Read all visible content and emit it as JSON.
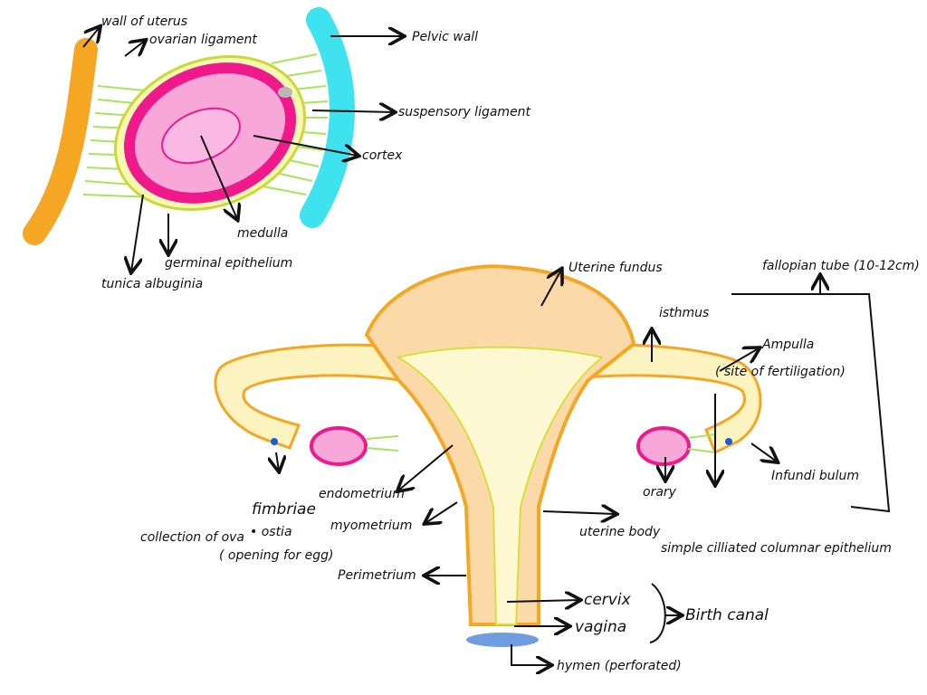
{
  "colors": {
    "uterus_wall": "#f5a623",
    "pelvic_wall": "#3fe3f0",
    "ligament": "#a6e65a",
    "tunica": "#f0198c",
    "ovary_pink": "#f7a8d8",
    "uterus_fill": "#fbd9a8",
    "uterus_inner": "#fdf8d2",
    "hymen": "#4a86d8"
  },
  "ovary_diagram": {
    "wall_of_uterus": "wall of uterus",
    "ovarian_ligament": "ovarian ligament",
    "pelvic_wall": "Pelvic wall",
    "suspensory_ligament": "suspensory ligament",
    "cortex": "cortex",
    "medulla": "medulla",
    "germinal_epithelium": "germinal epithelium",
    "tunica_albuginia": "tunica albuginia"
  },
  "uterus_diagram": {
    "uterine_fundus": "Uterine fundus",
    "isthmus": "isthmus",
    "fallopian_tube": "fallopian tube (10-12cm)",
    "ampulla": "Ampulla",
    "ampulla_note": "( site of fertiligation)",
    "infundibulum": "Infundi bulum",
    "simple_ciliated": "simple cilliated columnar epithelium",
    "ovary": "orary",
    "uterine_body": "uterine body",
    "endometrium": "endometrium",
    "myometrium": "myometrium",
    "perimetrium": "Perimetrium",
    "fimbriae": "fimbriae",
    "ostia": "• ostia",
    "ostia_note": "( opening for egg)",
    "collection_of_ova": "collection of ova",
    "cervix": "cervix",
    "vagina": "vagina",
    "birth_canal": "Birth canal",
    "hymen": "hymen (perforated)"
  }
}
